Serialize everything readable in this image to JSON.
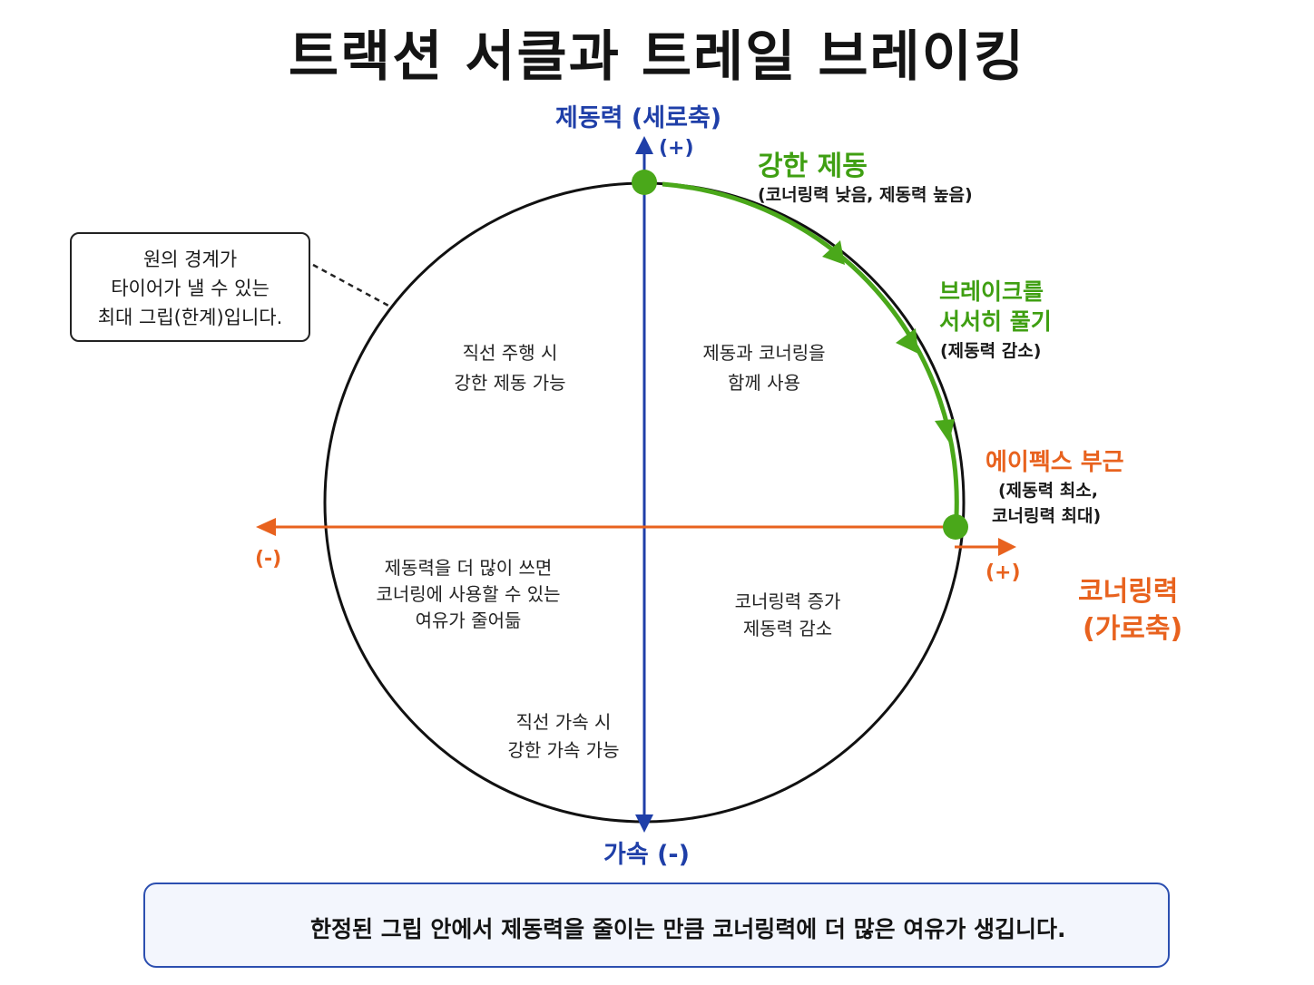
{
  "title": "트랙션 서클과 트레일 브레이킹",
  "vertical_axis": {
    "label": "제동력 (세로축)",
    "plus": "(+)",
    "bottom_label": "가속 (-)"
  },
  "horizontal_axis": {
    "label_line1": "코너링력",
    "label_line2": "(가로축)",
    "plus": "(+)",
    "minus": "(-)"
  },
  "points": {
    "strong_braking": {
      "title": "강한 제동",
      "desc": "(코너링력 낮음, 제동력 높음)"
    },
    "release_brake": {
      "title_line1": "브레이크를",
      "title_line2": "서서히 풀기",
      "desc": "(제동력 감소)"
    },
    "apex": {
      "title": "에이펙스 부근",
      "desc_line1": "(제동력 최소,",
      "desc_line2": "코너링력 최대)"
    }
  },
  "callout": "원의 경계가\n타이어가 낼 수 있는\n최대 그립(한계)입니다.",
  "quadrants": {
    "upper_left": "직선 주행 시\n강한 제동 가능",
    "upper_right": "제동과 코너링을\n함께 사용",
    "lower_left": "제동력을 더 많이 쓰면\n코너링에 사용할 수 있는\n여유가 줄어듦",
    "lower_right": "코너링력 증가\n제동력 감소",
    "bottom": "직선 가속 시\n강한 가속 가능"
  },
  "note": {
    "icon": "lightbulb-icon",
    "text": "한정된 그립 안에서 제동력을 줄이는 만큼 코너링력에 더 많은 여유가 생깁니다."
  },
  "colors": {
    "vertical_axis": "#1f3fa8",
    "horizontal_axis": "#e8621e",
    "trail_path": "#4aa81a",
    "circle": "#111111"
  }
}
